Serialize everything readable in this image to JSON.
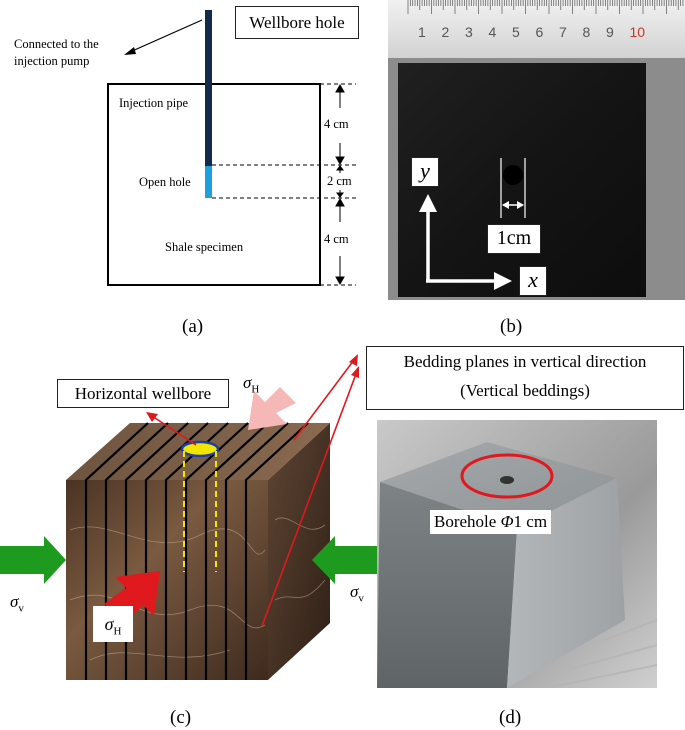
{
  "panel_a": {
    "label": "(a)",
    "wellbore_hole": "Wellbore hole",
    "connected_line1": "Connected to the",
    "connected_line2": "injection pump",
    "injection_pipe": "Injection pipe",
    "open_hole": "Open hole",
    "shale_specimen": "Shale specimen",
    "dim_top": "4 cm",
    "dim_mid": "2 cm",
    "dim_bot": "4 cm"
  },
  "panel_b": {
    "label": "(b)",
    "ruler_numbers": [
      "1",
      "2",
      "3",
      "4",
      "5",
      "6",
      "7",
      "8",
      "9",
      "10"
    ],
    "y_axis": "y",
    "x_axis": "x",
    "hole_size": "1cm"
  },
  "panel_c": {
    "label": "(c)",
    "horizontal_wellbore": "Horizontal wellbore",
    "bedding_line1": "Bedding planes in vertical direction",
    "bedding_line2": "(Vertical beddings)",
    "sigma": "σ",
    "sub_H": "H",
    "sub_v": "v"
  },
  "panel_d": {
    "label": "(d)",
    "borehole_prefix": "Borehole ",
    "borehole_phi": "Φ",
    "borehole_suffix": "1 cm"
  },
  "colors": {
    "arrow_red": "#e0191e",
    "open_hole_blue": "#1ea0dc",
    "stress_green": "#1e9a1e",
    "stress_pink": "#f6b8b6",
    "rock_brown": "#6b4a32"
  }
}
